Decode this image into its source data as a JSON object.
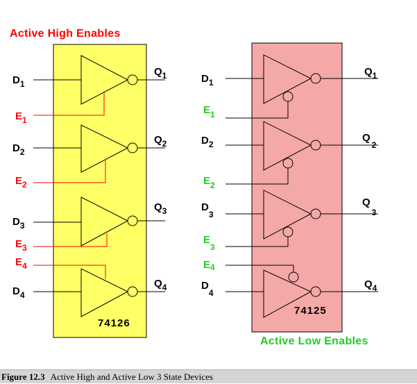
{
  "left": {
    "heading": "Active High Enables",
    "chip_number": "74126",
    "gates": [
      {
        "d": "D",
        "d_sub": "1",
        "e": "E",
        "e_sub": "1",
        "q": "Q",
        "q_sub": "1"
      },
      {
        "d": "D",
        "d_sub": "2",
        "e": "E",
        "e_sub": "2",
        "q": "Q",
        "q_sub": "2"
      },
      {
        "d": "D",
        "d_sub": "3",
        "e": "E",
        "e_sub": "3",
        "q": "Q",
        "q_sub": "3"
      },
      {
        "d": "D",
        "d_sub": "4",
        "e": "E",
        "e_sub": "4",
        "q": "Q",
        "q_sub": "4"
      }
    ]
  },
  "right": {
    "heading": "Active Low Enables",
    "chip_number": "74125",
    "gates": [
      {
        "d": "D",
        "d_sub": "1",
        "e": "E",
        "e_sub": "1",
        "q": "Q",
        "q_sub": "1"
      },
      {
        "d": "D",
        "d_sub": "2",
        "e": "E",
        "e_sub": "2",
        "q": "Q",
        "q_sub": "2"
      },
      {
        "d": "D",
        "d_sub": "3",
        "e": "E",
        "e_sub": "3",
        "q": "Q",
        "q_sub": "3"
      },
      {
        "d": "D",
        "d_sub": "4",
        "e": "E",
        "e_sub": "4",
        "q": "Q",
        "q_sub": "4"
      }
    ]
  },
  "caption": {
    "label": "Figure 12.3",
    "text": "Active High and Active Low 3 State Devices"
  },
  "colors": {
    "left_chip_fill": "#ffff66",
    "right_chip_fill": "#f4a8a8",
    "active_high_enable": "#ff0000",
    "active_low_enable": "#22cc22",
    "wire": "#000000"
  }
}
